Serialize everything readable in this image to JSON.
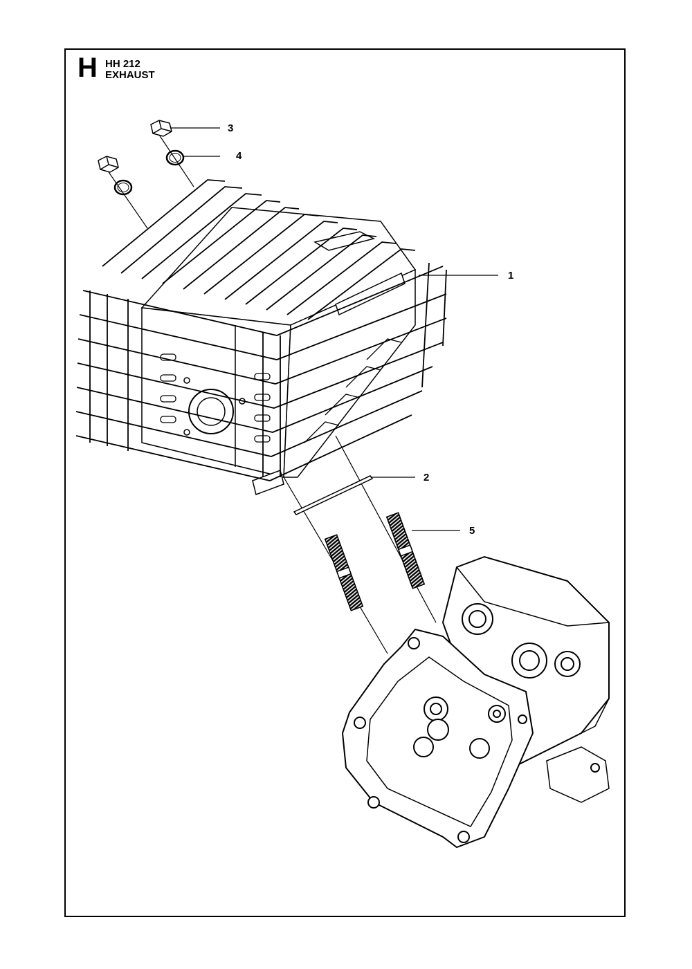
{
  "header": {
    "section_letter": "H",
    "model": "HH 212",
    "section_name": "EXHAUST"
  },
  "callouts": [
    {
      "id": "muffler",
      "label": "1"
    },
    {
      "id": "gasket",
      "label": "2"
    },
    {
      "id": "nut",
      "label": "3"
    },
    {
      "id": "washer",
      "label": "4"
    },
    {
      "id": "stud",
      "label": "5"
    }
  ]
}
